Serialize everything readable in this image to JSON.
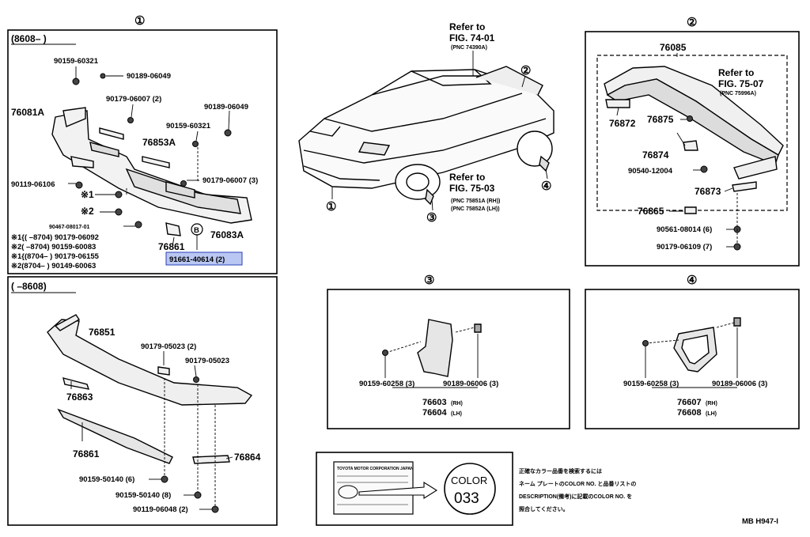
{
  "panels": {
    "p1": {
      "num": "①",
      "range": "(8608–     )",
      "parts": {
        "a": "90159-60321",
        "b": "90189-06049",
        "c": "76081A",
        "d": "90179-06007 (2)",
        "e": "90189-06049",
        "f": "90159-60321",
        "g": "76853A",
        "h": "90179-06007 (3)",
        "i": "90119-06106",
        "j": "※1",
        "k": "※2",
        "l": "90467-08017-01",
        "m": "76861",
        "n": "76083A",
        "o": "91661-40614 (2)",
        "b_circle": "B"
      },
      "notes": [
        "※1{(     –8704) 90179-06092",
        "※2(     –8704) 90159-60083",
        "※1{(8704–        ) 90179-06155",
        "※2(8704–        ) 90149-60063"
      ]
    },
    "p2": {
      "range": "(     –8608)",
      "parts": {
        "a": "76851",
        "b": "90179-05023 (2)",
        "c": "90179-05023",
        "d": "76863",
        "e": "76861",
        "f": "76864",
        "g": "90159-50140 (6)",
        "h": "90159-50140 (8)",
        "i": "90119-06048 (2)"
      }
    },
    "car": {
      "ref1": [
        "Refer to",
        "FIG. 74-01",
        "(PNC 74390A)"
      ],
      "ref2": [
        "Refer to",
        "FIG. 75-03",
        "(PNC 75851A (RH))",
        "(PNC 75852A (LH))"
      ],
      "c1": "①",
      "c2": "②",
      "c3": "③",
      "c4": "④"
    },
    "p3": {
      "num": "②",
      "parts": {
        "a": "76085",
        "ref": [
          "Refer to",
          "FIG. 75-07",
          "(PNC 75996A)"
        ],
        "b": "76872",
        "c": "76875",
        "d": "76874",
        "e": "90540-12004",
        "f": "76873",
        "g": "76865",
        "h": "90561-08014 (6)",
        "i": "90179-06109 (7)"
      }
    },
    "p4": {
      "num": "③",
      "parts": {
        "a": "90159-60258 (3)",
        "b": "90189-06006 (3)",
        "c": "76603",
        "c_sub": "(RH)",
        "d": "76604",
        "d_sub": "(LH)"
      }
    },
    "p5": {
      "num": "④",
      "parts": {
        "a": "90159-60258 (3)",
        "b": "90189-06006 (3)",
        "c": "76607",
        "c_sub": "(RH)",
        "d": "76608",
        "d_sub": "(LH)"
      }
    },
    "color": {
      "label": "COLOR",
      "code": "033",
      "plate_head": "TOYOTA MOTOR CORPORATION JAPAN",
      "lines": [
        "正確なカラー品番を検索するには",
        "ネーム プレートのCOLOR NO. と品番リストの",
        "DESCRIPTION(備考)に記載のCOLOR NO. を",
        "照合してください。"
      ]
    },
    "footer": "MB  H947-I"
  }
}
